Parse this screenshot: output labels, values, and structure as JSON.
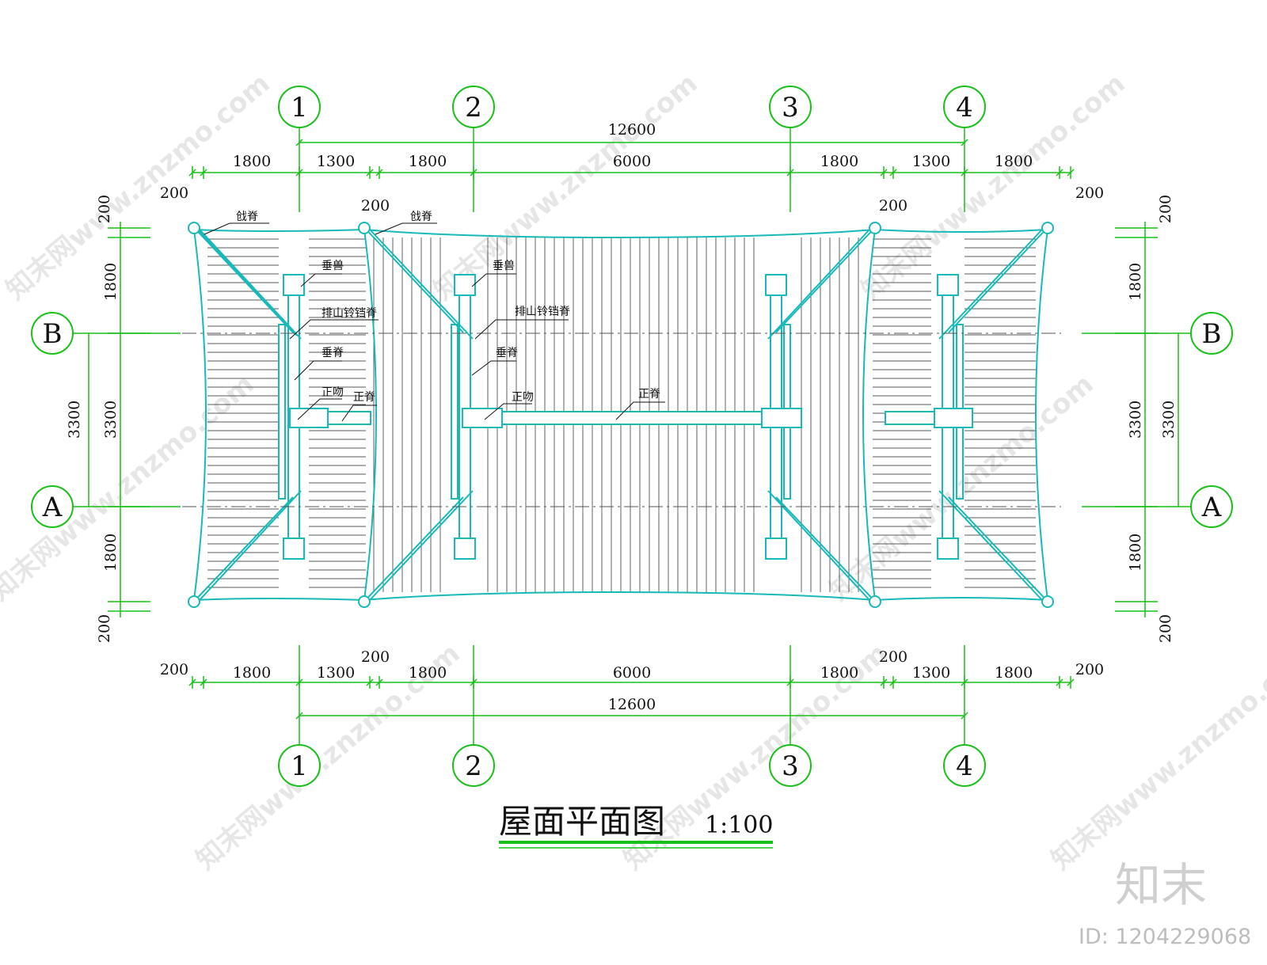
{
  "drawing": {
    "title": "屋面平面图",
    "scale": "1:100",
    "colors": {
      "line": "#19c019",
      "roof": "#19b9b9",
      "text": "#111111",
      "watermark": "#d2d2d2"
    }
  },
  "axes": {
    "columns": [
      "1",
      "2",
      "3",
      "4"
    ],
    "rows": [
      "B",
      "A"
    ]
  },
  "dimensions": {
    "overall": "12600",
    "horizontal": [
      "200",
      "1800",
      "1300",
      "200",
      "1800",
      "6000",
      "1800",
      "200",
      "1300",
      "1800",
      "200"
    ],
    "vertical_outer": [
      "200",
      "1800",
      "3300",
      "1800",
      "200"
    ],
    "vertical_inner": "3300"
  },
  "callouts": {
    "qiang_ji": "戗脊",
    "chui_shou": "垂兽",
    "pai_shan": "排山铃铛脊",
    "chui_ji": "垂脊",
    "zheng_wen": "正吻",
    "zheng_ji": "正脊"
  },
  "watermark": {
    "site": "知末网www.znzmo.com",
    "brand": "知末",
    "id_label": "ID: 1204229068"
  }
}
